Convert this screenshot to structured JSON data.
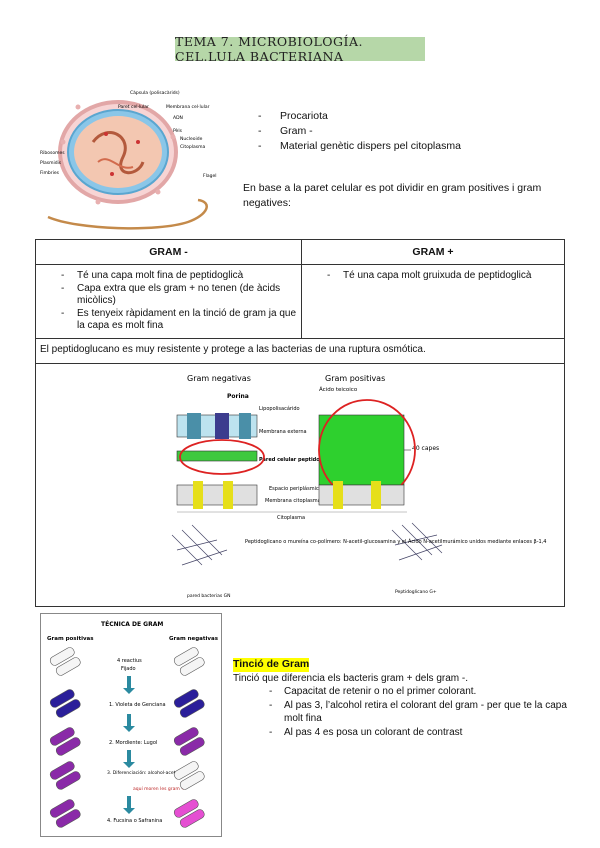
{
  "title": "TEMA 7. MICROBIOLOGÍA. CEL.LULA BACTERIANA",
  "cell_figure": {
    "labels": [
      "Càpsula (polisacàrids)",
      "Paret cel·lular",
      "Membrana cel·lular",
      "ADN",
      "Pèls",
      "Nucleoide",
      "Citoplasma",
      "Ribosomes",
      "Plasmidis",
      "Fimbries",
      "Flagel"
    ]
  },
  "intro_bullets": [
    "Procariota",
    "Gram -",
    "Material genètic dispers pel citoplasma"
  ],
  "intro_text": "En base a la paret celular es pot dividir en gram positives i gram negatives:",
  "table": {
    "header_neg": "GRAM -",
    "header_pos": "GRAM +",
    "neg_items": [
      "Té una capa molt fina de peptidoglicà",
      "Capa extra que els gram + no tenen (de àcids micòlics)",
      "Es tenyeix ràpidament en la tinció de gram ja que la capa es molt fina"
    ],
    "pos_items": [
      "Té una capa molt gruixuda de peptidoglicà"
    ],
    "full_row": "El peptidoglucano es muy resistente y protege a las bacterias de una ruptura osmótica.",
    "diagram": {
      "title_neg": "Gram negativas",
      "title_pos": "Gram positivas",
      "acido": "Ácido teicoico",
      "porina": "Porina",
      "lipo": "Lipopolisacárido",
      "membrana_externa": "Membrana externa",
      "pared": "Pared celular peptidoglicano",
      "capes": "40 capes",
      "espacio": "Espacio periplásmico",
      "membrana_cit": "Membrana citoplasmática",
      "citoplasma": "Citoplasma",
      "caption": "Peptidoglicano o mureína co-polímero: N-acetil-glucosamina y el Ácido N-acetilmurámico unidos mediante enlaces β-1,4",
      "left_cap": "pared bacterias GN",
      "right_cap": "Peptidoglicano G+"
    }
  },
  "gram_tech": {
    "title": "TÉCNICA DE GRAM",
    "pos": "Gram positivas",
    "neg": "Gram negativas",
    "steps": [
      "1. Violeta de Genciana",
      "2. Mordiente: Lugol",
      "3. Diferenciación: alcohol-acetona",
      "4. Fucsina o Safranina"
    ],
    "note_fijado": "Fijado",
    "note_reactivos": "4 reactius",
    "note_aqui": "aquí moren les gram +"
  },
  "tincio": {
    "heading": "Tinció de Gram",
    "text": "Tinció que diferencia els bacteris gram + dels gram -.",
    "items": [
      "Capacitat de retenir o no el primer colorant.",
      "Al pas 3, l’alcohol retira el colorant del gram - per que te la capa molt fina",
      "Al pas 4 es posa un colorant de contrast"
    ]
  },
  "colors": {
    "title_bg": "#b6d7a8",
    "highlight": "#ffff00",
    "violet": "#3a2a9e",
    "purple": "#a23bc8",
    "pink": "#e54fd2"
  }
}
